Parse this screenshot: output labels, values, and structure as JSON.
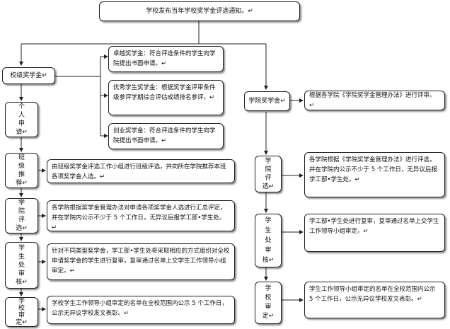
{
  "top": "学校发布当年学校奖学金评选通知。↵",
  "left": {
    "title": "校级奖学金↵",
    "steps": [
      [
        "个",
        "人",
        "申",
        "请↵"
      ],
      [
        "班",
        "级",
        "推",
        "荐↵"
      ],
      [
        "学",
        "院",
        "评",
        "选↵"
      ],
      [
        "学",
        "生",
        "处",
        "审",
        "核↵"
      ],
      [
        "学",
        "校",
        "审",
        "定↵"
      ]
    ],
    "awards": [
      "卓越奖学金：符合评选条件的学生向学院提出书面申请。↵",
      "优秀学生奖学金：根据奖学金评审条件级参评学期综合评估成绩排名参评。↵",
      "创业奖学金：符合评选条件的学生向学院提出书面申请。↵"
    ],
    "descs": [
      "由班级奖学金评选工作小组进行班级评选，并向所在学院推荐本班各项奖学金人选。↵",
      "各学院根据奖学金管理办法对申请各项奖学金人选进行汇总评定，并在学院内公示不少于 5 个工作日，无异议后报学工部•学生处。↵",
      "针对不同类型奖学金，学工部•学生处将采取相应的方式组织对全校申请奖学金的学生进行复审，复审通过名单上交学生工作领导小组审定。↵",
      "学校学生工作领导小组审定的名单在全校范围内公示 5 个工作日，公示无异议学校发文表彰。↵"
    ]
  },
  "right": {
    "title": "学院奖学金↵",
    "steps": [
      [
        "学",
        "院",
        "评",
        "选↵"
      ],
      [
        "学",
        "生",
        "处",
        "审",
        "核↵"
      ],
      [
        "学",
        "校",
        "审",
        "定↵"
      ]
    ],
    "descs": [
      "根据各学院《学院奖学金管理办法》进行评审。↵",
      "各学院根据《学院奖学金管理办法》进行评选，并在学院内公示不少于 5 个工作日，无异议后报学工部•学生处。↵",
      "学工部•学生处进行复审，复审通过名单上交学生工作领导小组审定。↵",
      "学生工作领导小组审定的名单在全校范围内公示 5 个工作日，公示无异议学校发文表彰。↵"
    ]
  }
}
